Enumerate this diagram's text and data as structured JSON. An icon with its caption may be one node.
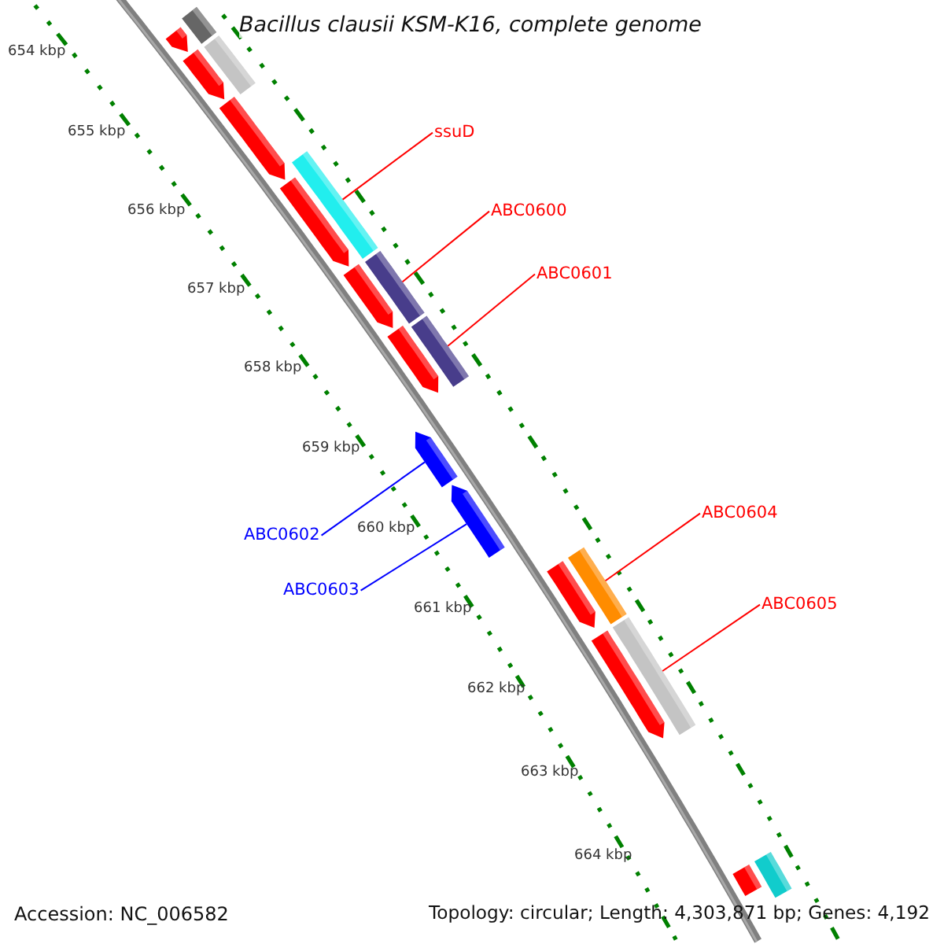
{
  "diagram": {
    "title": "Bacillus clausii KSM-K16, complete genome",
    "nodes": [
      {
        "text": [],
        "shape": "arrow"
      },
      {
        "text": [],
        "shape": "bar"
      },
      {
        "text": [],
        "shape": "bar"
      },
      {
        "text": [],
        "shape": "arrow"
      },
      {
        "text": [],
        "shape": "arrow"
      },
      {
        "text": [
          "ssuD"
        ]
      },
      {
        "text": [],
        "shape": "bar"
      },
      {
        "text": [],
        "shape": "arrow"
      },
      {
        "text": [
          "ABC0600"
        ]
      },
      {
        "text": [],
        "shape": "bar"
      },
      {
        "text": [],
        "shape": "arrow"
      },
      {
        "text": [
          "ABC0601"
        ]
      },
      {
        "text": [],
        "shape": "bar"
      },
      {
        "text": [],
        "shape": "arrow"
      },
      {
        "text": [],
        "shape": "arrow"
      },
      {
        "text": [
          "ABC0602"
        ]
      },
      {
        "text": [],
        "shape": "arrow"
      },
      {
        "text": [
          "ABC0603"
        ]
      },
      {
        "text": [
          "ABC0604"
        ]
      },
      {
        "text": [],
        "shape": "bar"
      },
      {
        "text": [],
        "shape": "arrow"
      },
      {
        "text": [
          "ABC0605"
        ]
      },
      {
        "text": [],
        "shape": "bar"
      },
      {
        "text": [],
        "shape": "arrow"
      },
      {
        "text": [],
        "shape": "bar"
      },
      {
        "text": [],
        "shape": "bar"
      }
    ],
    "edges": [
      {
        "from": 5,
        "to": 6,
        "arrow": "none"
      },
      {
        "from": 8,
        "to": 9,
        "arrow": "none"
      },
      {
        "from": 11,
        "to": 12,
        "arrow": "none"
      },
      {
        "from": 15,
        "to": 14,
        "arrow": "none",
        "color": "#0000ff"
      },
      {
        "from": 17,
        "to": 16,
        "arrow": "none",
        "color": "#0000ff"
      },
      {
        "from": 18,
        "to": 19,
        "arrow": "none"
      },
      {
        "from": 21,
        "to": 22,
        "arrow": "none"
      }
    ],
    "labels": [
      "654 kbp",
      "655 kbp",
      "656 kbp",
      "657 kbp",
      "658 kbp",
      "659 kbp",
      "660 kbp",
      "661 kbp",
      "662 kbp",
      "663 kbp",
      "664 kbp",
      "Accession: NC_006582",
      "Topology: circular; Length: 4,303,871 bp; Genes: 4,192"
    ]
  }
}
